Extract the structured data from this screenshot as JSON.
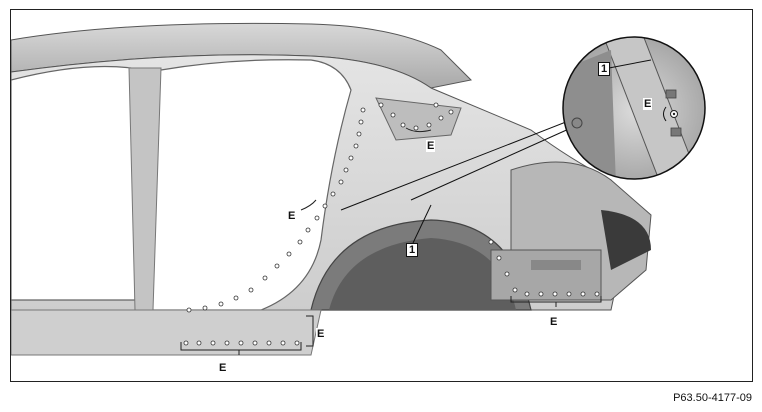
{
  "figure": {
    "callout_part": "1",
    "callout_part_zoom": "1",
    "label_e": "E",
    "reference": "P63.50-4177-09"
  }
}
